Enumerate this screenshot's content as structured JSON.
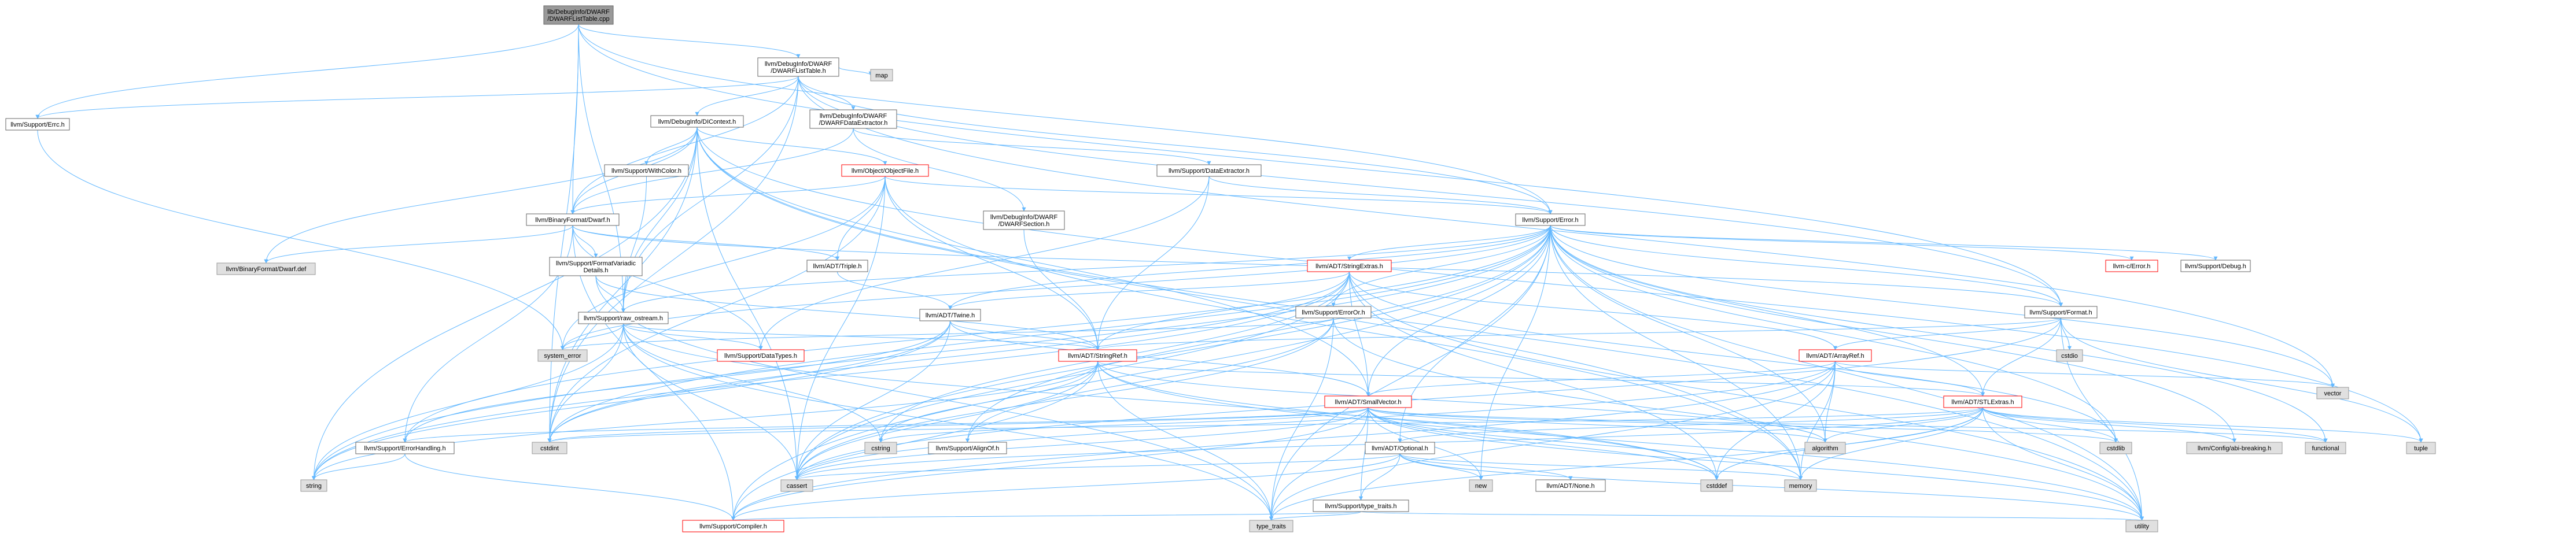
{
  "colors": {
    "edge": "#63b8ff",
    "root_fill": "#999999",
    "normal_fill": "#ffffff",
    "normal_border": "#666666",
    "external_fill": "#e0e0e0",
    "external_border": "#999999",
    "red_border": "#ff0000"
  },
  "nodes": [
    {
      "id": "root",
      "lines": [
        "lib/DebugInfo/DWARF",
        "/DWARFListTable.cpp"
      ],
      "kind": "root"
    },
    {
      "id": "dwarf_listtable_h",
      "lines": [
        "llvm/DebugInfo/DWARF",
        "/DWARFListTable.h"
      ],
      "kind": "normal"
    },
    {
      "id": "errc_h",
      "lines": [
        "llvm/Support/Errc.h"
      ],
      "kind": "normal"
    },
    {
      "id": "dicontext_h",
      "lines": [
        "llvm/DebugInfo/DIContext.h"
      ],
      "kind": "normal"
    },
    {
      "id": "dataextractor_dwarf_h",
      "lines": [
        "llvm/DebugInfo/DWARF",
        "/DWARFDataExtractor.h"
      ],
      "kind": "normal"
    },
    {
      "id": "map",
      "lines": [
        "map"
      ],
      "kind": "external"
    },
    {
      "id": "withcolor_h",
      "lines": [
        "llvm/Support/WithColor.h"
      ],
      "kind": "normal"
    },
    {
      "id": "objectfile_h",
      "lines": [
        "llvm/Object/ObjectFile.h"
      ],
      "kind": "red"
    },
    {
      "id": "dwarfsection_h",
      "lines": [
        "llvm/DebugInfo/DWARF",
        "/DWARFSection.h"
      ],
      "kind": "normal"
    },
    {
      "id": "dataextractor_h",
      "lines": [
        "llvm/Support/DataExtractor.h"
      ],
      "kind": "normal"
    },
    {
      "id": "binaryformat_dwarf_h",
      "lines": [
        "llvm/BinaryFormat/Dwarf.h"
      ],
      "kind": "normal"
    },
    {
      "id": "dwarf_def",
      "lines": [
        "llvm/BinaryFormat/Dwarf.def"
      ],
      "kind": "external"
    },
    {
      "id": "formatvariadicdetails_h",
      "lines": [
        "llvm/Support/FormatVariadic",
        "Details.h"
      ],
      "kind": "normal"
    },
    {
      "id": "triple_h",
      "lines": [
        "llvm/ADT/Triple.h"
      ],
      "kind": "normal"
    },
    {
      "id": "error_h",
      "lines": [
        "llvm/Support/Error.h"
      ],
      "kind": "normal"
    },
    {
      "id": "raw_ostream_h",
      "lines": [
        "llvm/Support/raw_ostream.h"
      ],
      "kind": "normal"
    },
    {
      "id": "stringextras_h",
      "lines": [
        "llvm/ADT/StringExtras.h"
      ],
      "kind": "red"
    },
    {
      "id": "twine_h",
      "lines": [
        "llvm/ADT/Twine.h"
      ],
      "kind": "normal"
    },
    {
      "id": "erroror_h",
      "lines": [
        "llvm/Support/ErrorOr.h"
      ],
      "kind": "normal"
    },
    {
      "id": "c_error_h",
      "lines": [
        "llvm-c/Error.h"
      ],
      "kind": "red"
    },
    {
      "id": "debug_h",
      "lines": [
        "llvm/Support/Debug.h"
      ],
      "kind": "normal"
    },
    {
      "id": "format_h",
      "lines": [
        "llvm/Support/Format.h"
      ],
      "kind": "normal"
    },
    {
      "id": "cstdio",
      "lines": [
        "cstdio"
      ],
      "kind": "external"
    },
    {
      "id": "system_error",
      "lines": [
        "system_error"
      ],
      "kind": "external"
    },
    {
      "id": "datatypes_h",
      "lines": [
        "llvm/Support/DataTypes.h"
      ],
      "kind": "red"
    },
    {
      "id": "stringref_h",
      "lines": [
        "llvm/ADT/StringRef.h"
      ],
      "kind": "red"
    },
    {
      "id": "arrayref_h",
      "lines": [
        "llvm/ADT/ArrayRef.h"
      ],
      "kind": "red"
    },
    {
      "id": "vector",
      "lines": [
        "vector"
      ],
      "kind": "external"
    },
    {
      "id": "smallvector_h",
      "lines": [
        "llvm/ADT/SmallVector.h"
      ],
      "kind": "red"
    },
    {
      "id": "stlextras_h",
      "lines": [
        "llvm/ADT/STLExtras.h"
      ],
      "kind": "red"
    },
    {
      "id": "errorhandling_h",
      "lines": [
        "llvm/Support/ErrorHandling.h"
      ],
      "kind": "normal"
    },
    {
      "id": "cstdint",
      "lines": [
        "cstdint"
      ],
      "kind": "external"
    },
    {
      "id": "cstring",
      "lines": [
        "cstring"
      ],
      "kind": "external"
    },
    {
      "id": "alignof_h",
      "lines": [
        "llvm/Support/AlignOf.h"
      ],
      "kind": "normal"
    },
    {
      "id": "optional_h",
      "lines": [
        "llvm/ADT/Optional.h"
      ],
      "kind": "normal"
    },
    {
      "id": "algorithm",
      "lines": [
        "algorithm"
      ],
      "kind": "external"
    },
    {
      "id": "cstdlib",
      "lines": [
        "cstdlib"
      ],
      "kind": "external"
    },
    {
      "id": "configbreaking_h",
      "lines": [
        "llvm/Config/abi-breaking.h"
      ],
      "kind": "external"
    },
    {
      "id": "functional",
      "lines": [
        "functional"
      ],
      "kind": "external"
    },
    {
      "id": "tuple",
      "lines": [
        "tuple"
      ],
      "kind": "external"
    },
    {
      "id": "string",
      "lines": [
        "string"
      ],
      "kind": "external"
    },
    {
      "id": "cassert",
      "lines": [
        "cassert"
      ],
      "kind": "external"
    },
    {
      "id": "new",
      "lines": [
        "new"
      ],
      "kind": "external"
    },
    {
      "id": "none_h",
      "lines": [
        "llvm/ADT/None.h"
      ],
      "kind": "normal"
    },
    {
      "id": "cstddef",
      "lines": [
        "cstddef"
      ],
      "kind": "external"
    },
    {
      "id": "memory",
      "lines": [
        "memory"
      ],
      "kind": "external"
    },
    {
      "id": "typetraits_h",
      "lines": [
        "llvm/Support/type_traits.h"
      ],
      "kind": "normal"
    },
    {
      "id": "compiler_h",
      "lines": [
        "llvm/Support/Compiler.h"
      ],
      "kind": "red"
    },
    {
      "id": "type_traits",
      "lines": [
        "type_traits"
      ],
      "kind": "external"
    },
    {
      "id": "utility",
      "lines": [
        "utility"
      ],
      "kind": "external"
    }
  ],
  "edges": [
    [
      "root",
      "dwarf_listtable_h"
    ],
    [
      "root",
      "errc_h"
    ],
    [
      "root",
      "binaryformat_dwarf_h"
    ],
    [
      "root",
      "error_h"
    ],
    [
      "root",
      "format_h"
    ],
    [
      "root",
      "raw_ostream_h"
    ],
    [
      "root",
      "cstdint"
    ],
    [
      "dwarf_listtable_h",
      "dicontext_h"
    ],
    [
      "dwarf_listtable_h",
      "dataextractor_dwarf_h"
    ],
    [
      "dwarf_listtable_h",
      "map"
    ],
    [
      "dwarf_listtable_h",
      "binaryformat_dwarf_h"
    ],
    [
      "dwarf_listtable_h",
      "error_h"
    ],
    [
      "dwarf_listtable_h",
      "format_h"
    ],
    [
      "dwarf_listtable_h",
      "raw_ostream_h"
    ],
    [
      "dwarf_listtable_h",
      "vector"
    ],
    [
      "dwarf_listtable_h",
      "cstdint"
    ],
    [
      "dwarf_listtable_h",
      "errc_h"
    ],
    [
      "errc_h",
      "system_error"
    ],
    [
      "dicontext_h",
      "withcolor_h"
    ],
    [
      "dicontext_h",
      "objectfile_h"
    ],
    [
      "dicontext_h",
      "binaryformat_dwarf_h"
    ],
    [
      "dicontext_h",
      "raw_ostream_h"
    ],
    [
      "dicontext_h",
      "smallvector_h"
    ],
    [
      "dicontext_h",
      "cassert"
    ],
    [
      "dicontext_h",
      "cstdint"
    ],
    [
      "dicontext_h",
      "memory"
    ],
    [
      "dicontext_h",
      "string"
    ],
    [
      "dicontext_h",
      "tuple"
    ],
    [
      "dicontext_h",
      "utility"
    ],
    [
      "dicontext_h",
      "dwarf_def"
    ],
    [
      "dataextractor_dwarf_h",
      "dwarfsection_h"
    ],
    [
      "dataextractor_dwarf_h",
      "dataextractor_h"
    ],
    [
      "dataextractor_dwarf_h",
      "binaryformat_dwarf_h"
    ],
    [
      "withcolor_h",
      "raw_ostream_h"
    ],
    [
      "objectfile_h",
      "triple_h"
    ],
    [
      "objectfile_h",
      "error_h"
    ],
    [
      "objectfile_h",
      "stringref_h"
    ],
    [
      "objectfile_h",
      "binaryformat_dwarf_h"
    ],
    [
      "objectfile_h",
      "cassert"
    ],
    [
      "objectfile_h",
      "cstdint"
    ],
    [
      "objectfile_h",
      "memory"
    ],
    [
      "objectfile_h",
      "system_error"
    ],
    [
      "dwarfsection_h",
      "stringref_h"
    ],
    [
      "dataextractor_h",
      "stringref_h"
    ],
    [
      "dataextractor_h",
      "error_h"
    ],
    [
      "dataextractor_h",
      "datatypes_h"
    ],
    [
      "binaryformat_dwarf_h",
      "dwarf_def"
    ],
    [
      "binaryformat_dwarf_h",
      "formatvariadicdetails_h"
    ],
    [
      "binaryformat_dwarf_h",
      "triple_h"
    ],
    [
      "binaryformat_dwarf_h",
      "errorhandling_h"
    ],
    [
      "binaryformat_dwarf_h",
      "format_h"
    ],
    [
      "binaryformat_dwarf_h",
      "datatypes_h"
    ],
    [
      "binaryformat_dwarf_h",
      "compiler_h"
    ],
    [
      "formatvariadicdetails_h",
      "raw_ostream_h"
    ],
    [
      "formatvariadicdetails_h",
      "stringref_h"
    ],
    [
      "formatvariadicdetails_h",
      "type_traits"
    ],
    [
      "triple_h",
      "twine_h"
    ],
    [
      "error_h",
      "stringextras_h"
    ],
    [
      "error_h",
      "twine_h"
    ],
    [
      "error_h",
      "c_error_h"
    ],
    [
      "error_h",
      "debug_h"
    ],
    [
      "error_h",
      "format_h"
    ],
    [
      "error_h",
      "erroror_h"
    ],
    [
      "error_h",
      "errorhandling_h"
    ],
    [
      "error_h",
      "raw_ostream_h"
    ],
    [
      "error_h",
      "abi"
    ],
    [
      "error_h",
      "configbreaking_h"
    ],
    [
      "error_h",
      "smallvector_h"
    ],
    [
      "error_h",
      "stlextras_h"
    ],
    [
      "error_h",
      "algorithm"
    ],
    [
      "error_h",
      "cassert"
    ],
    [
      "error_h",
      "cstdint"
    ],
    [
      "error_h",
      "cstdlib"
    ],
    [
      "error_h",
      "functional"
    ],
    [
      "error_h",
      "memory"
    ],
    [
      "error_h",
      "new"
    ],
    [
      "error_h",
      "optional_h"
    ],
    [
      "error_h",
      "string"
    ],
    [
      "error_h",
      "system_error"
    ],
    [
      "error_h",
      "type_traits"
    ],
    [
      "error_h",
      "utility"
    ],
    [
      "error_h",
      "vector"
    ],
    [
      "error_h",
      "alignof_h"
    ],
    [
      "error_h",
      "compiler_h"
    ],
    [
      "raw_ostream_h",
      "stringref_h"
    ],
    [
      "raw_ostream_h",
      "datatypes_h"
    ],
    [
      "raw_ostream_h",
      "cassert"
    ],
    [
      "raw_ostream_h",
      "cstddef"
    ],
    [
      "raw_ostream_h",
      "cstdint"
    ],
    [
      "raw_ostream_h",
      "cstring"
    ],
    [
      "raw_ostream_h",
      "string"
    ],
    [
      "raw_ostream_h",
      "system_error"
    ],
    [
      "raw_ostream_h",
      "type_traits"
    ],
    [
      "stringextras_h",
      "arrayref_h"
    ],
    [
      "stringextras_h",
      "smallvector_h"
    ],
    [
      "stringextras_h",
      "stringref_h"
    ],
    [
      "stringextras_h",
      "twine_h"
    ],
    [
      "stringextras_h",
      "cassert"
    ],
    [
      "stringextras_h",
      "cstddef"
    ],
    [
      "stringextras_h",
      "cstdint"
    ],
    [
      "stringextras_h",
      "cstdlib"
    ],
    [
      "stringextras_h",
      "cstring"
    ],
    [
      "stringextras_h",
      "string"
    ],
    [
      "stringextras_h",
      "utility"
    ],
    [
      "twine_h",
      "smallvector_h"
    ],
    [
      "twine_h",
      "stringref_h"
    ],
    [
      "twine_h",
      "errorhandling_h"
    ],
    [
      "twine_h",
      "cassert"
    ],
    [
      "twine_h",
      "cstdint"
    ],
    [
      "twine_h",
      "string"
    ],
    [
      "erroror_h",
      "alignof_h"
    ],
    [
      "erroror_h",
      "cassert"
    ],
    [
      "erroror_h",
      "system_error"
    ],
    [
      "erroror_h",
      "type_traits"
    ],
    [
      "erroror_h",
      "utility"
    ],
    [
      "format_h",
      "arrayref_h"
    ],
    [
      "format_h",
      "stringref_h"
    ],
    [
      "format_h",
      "cassert"
    ],
    [
      "format_h",
      "cstdio"
    ],
    [
      "format_h",
      "tuple"
    ],
    [
      "format_h",
      "utility"
    ],
    [
      "format_h",
      "stlextras_h"
    ],
    [
      "stringref_h",
      "stlextras_h"
    ],
    [
      "stringref_h",
      "compiler_h"
    ],
    [
      "stringref_h",
      "algorithm"
    ],
    [
      "stringref_h",
      "cassert"
    ],
    [
      "stringref_h",
      "cstddef"
    ],
    [
      "stringref_h",
      "cstring"
    ],
    [
      "stringref_h",
      "limits"
    ],
    [
      "stringref_h",
      "string"
    ],
    [
      "stringref_h",
      "type_traits"
    ],
    [
      "stringref_h",
      "utility"
    ],
    [
      "arrayref_h",
      "smallvector_h"
    ],
    [
      "arrayref_h",
      "stlextras_h"
    ],
    [
      "arrayref_h",
      "compiler_h"
    ],
    [
      "arrayref_h",
      "algorithm"
    ],
    [
      "arrayref_h",
      "cassert"
    ],
    [
      "arrayref_h",
      "cstddef"
    ],
    [
      "arrayref_h",
      "memory"
    ],
    [
      "arrayref_h",
      "type_traits"
    ],
    [
      "arrayref_h",
      "vector"
    ],
    [
      "smallvector_h",
      "compiler_h"
    ],
    [
      "smallvector_h",
      "errorhandling_h"
    ],
    [
      "smallvector_h",
      "typetraits_h"
    ],
    [
      "smallvector_h",
      "algorithm"
    ],
    [
      "smallvector_h",
      "cassert"
    ],
    [
      "smallvector_h",
      "cstddef"
    ],
    [
      "smallvector_h",
      "cstdint"
    ],
    [
      "smallvector_h",
      "cstdlib"
    ],
    [
      "smallvector_h",
      "cstring"
    ],
    [
      "smallvector_h",
      "functional"
    ],
    [
      "smallvector_h",
      "memory"
    ],
    [
      "smallvector_h",
      "new"
    ],
    [
      "smallvector_h",
      "type_traits"
    ],
    [
      "smallvector_h",
      "utility"
    ],
    [
      "stlextras_h",
      "optional_h"
    ],
    [
      "stlextras_h",
      "configbreaking_h"
    ],
    [
      "stlextras_h",
      "algorithm"
    ],
    [
      "stlextras_h",
      "cassert"
    ],
    [
      "stlextras_h",
      "cstddef"
    ],
    [
      "stlextras_h",
      "cstdint"
    ],
    [
      "stlextras_h",
      "cstdlib"
    ],
    [
      "stlextras_h",
      "functional"
    ],
    [
      "stlextras_h",
      "memory"
    ],
    [
      "stlextras_h",
      "tuple"
    ],
    [
      "stlextras_h",
      "type_traits"
    ],
    [
      "stlextras_h",
      "utility"
    ],
    [
      "errorhandling_h",
      "compiler_h"
    ],
    [
      "errorhandling_h",
      "string"
    ],
    [
      "optional_h",
      "none_h"
    ],
    [
      "optional_h",
      "compiler_h"
    ],
    [
      "optional_h",
      "typetraits_h"
    ],
    [
      "optional_h",
      "cassert"
    ],
    [
      "optional_h",
      "memory"
    ],
    [
      "optional_h",
      "new"
    ],
    [
      "optional_h",
      "utility"
    ],
    [
      "typetraits_h",
      "compiler_h"
    ],
    [
      "typetraits_h",
      "type_traits"
    ],
    [
      "typetraits_h",
      "utility"
    ]
  ]
}
